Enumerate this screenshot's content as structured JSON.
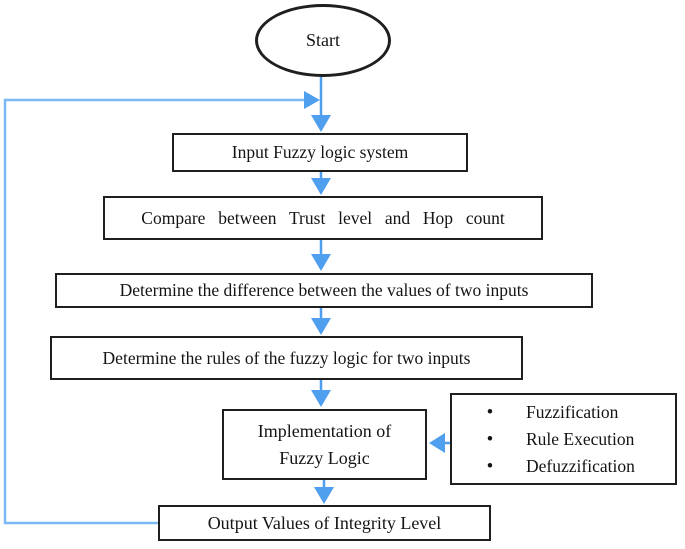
{
  "colors": {
    "background": "#ffffff",
    "border": "#1f1f1f",
    "text": "#141414",
    "arrow": "#4f9fee",
    "loop": "#7cb9f3"
  },
  "flowchart": {
    "start": {
      "label": "Start"
    },
    "nodes": {
      "input": {
        "label": "Input Fuzzy logic system"
      },
      "compare": {
        "label": "Compare between Trust level and Hop count"
      },
      "difference": {
        "label": "Determine the difference between the values of two inputs"
      },
      "rules": {
        "label": "Determine the rules of the fuzzy logic for two inputs"
      },
      "implementation": {
        "line1": "Implementation of",
        "line2": "Fuzzy Logic"
      },
      "output": {
        "label": "Output Values of Integrity Level"
      }
    },
    "side_panel": {
      "bullet": "•",
      "items": [
        {
          "label": "Fuzzification"
        },
        {
          "label": "Rule Execution"
        },
        {
          "label": "Defuzzification"
        }
      ]
    }
  }
}
